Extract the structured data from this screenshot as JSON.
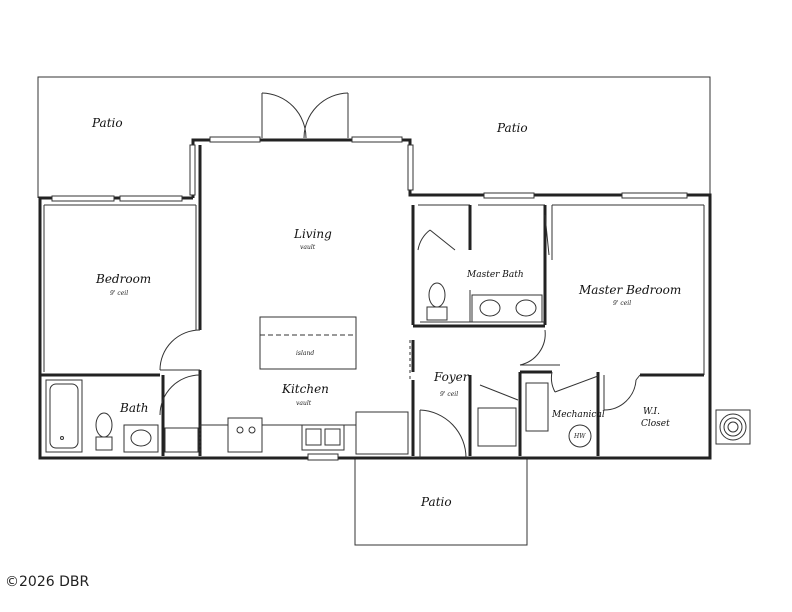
{
  "rooms": {
    "patio_left": "Patio",
    "patio_right": "Patio",
    "patio_bottom": "Patio",
    "living": "Living",
    "living_note": "vault",
    "bedroom": "Bedroom",
    "bedroom_note": "9' ceil",
    "island": "island",
    "kitchen": "Kitchen",
    "kitchen_note": "vault",
    "bath": "Bath",
    "master_bath": "Master Bath",
    "master_bedroom": "Master Bedroom",
    "master_bedroom_note": "9' ceil",
    "foyer": "Foyer",
    "foyer_note": "9' ceil",
    "mechanical": "Mechanical",
    "hw": "HW",
    "wi_closet_line1": "W.I.",
    "wi_closet_line2": "Closet"
  },
  "footer": {
    "copyright": "©2026 DBR"
  }
}
